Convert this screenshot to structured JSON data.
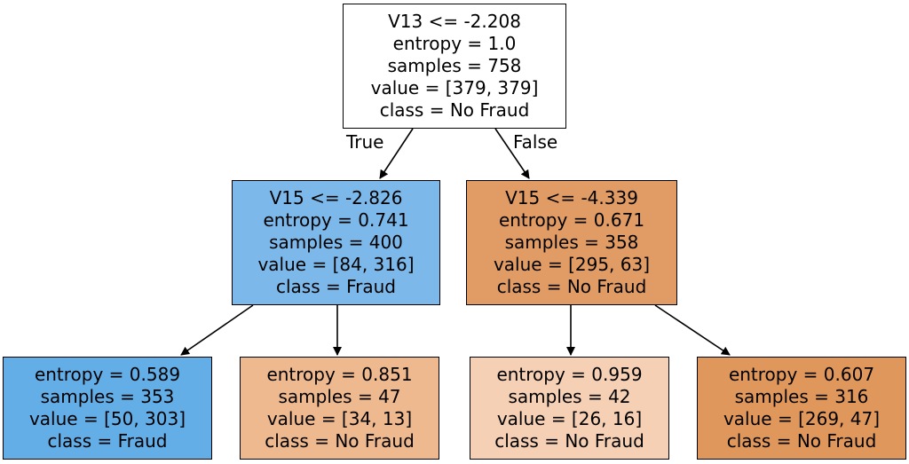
{
  "nodes": {
    "root": {
      "split": "V13 <= -2.208",
      "entropy": "entropy = 1.0",
      "samples": "samples = 758",
      "value": "value = [379, 379]",
      "class": "class = No Fraud",
      "fill": "#ffffff"
    },
    "left": {
      "split": "V15 <= -2.826",
      "entropy": "entropy = 0.741",
      "samples": "samples = 400",
      "value": "value = [84, 316]",
      "class": "class = Fraud",
      "fill": "#7db8ea"
    },
    "right": {
      "split": "V15 <= -4.339",
      "entropy": "entropy = 0.671",
      "samples": "samples = 358",
      "value": "value = [295, 63]",
      "class": "class = No Fraud",
      "fill": "#e19c66"
    },
    "leaf_ll": {
      "entropy": "entropy = 0.589",
      "samples": "samples = 353",
      "value": "value = [50, 303]",
      "class": "class = Fraud",
      "fill": "#64aee8"
    },
    "leaf_lr": {
      "entropy": "entropy = 0.851",
      "samples": "samples = 47",
      "value": "value = [34, 13]",
      "class": "class = No Fraud",
      "fill": "#efb98f"
    },
    "leaf_rl": {
      "entropy": "entropy = 0.959",
      "samples": "samples = 42",
      "value": "value = [26, 16]",
      "class": "class = No Fraud",
      "fill": "#f5d0b4"
    },
    "leaf_rr": {
      "entropy": "entropy = 0.607",
      "samples": "samples = 316",
      "value": "value = [269, 47]",
      "class": "class = No Fraud",
      "fill": "#e0975c"
    }
  },
  "edges": {
    "true_label": "True",
    "false_label": "False"
  }
}
